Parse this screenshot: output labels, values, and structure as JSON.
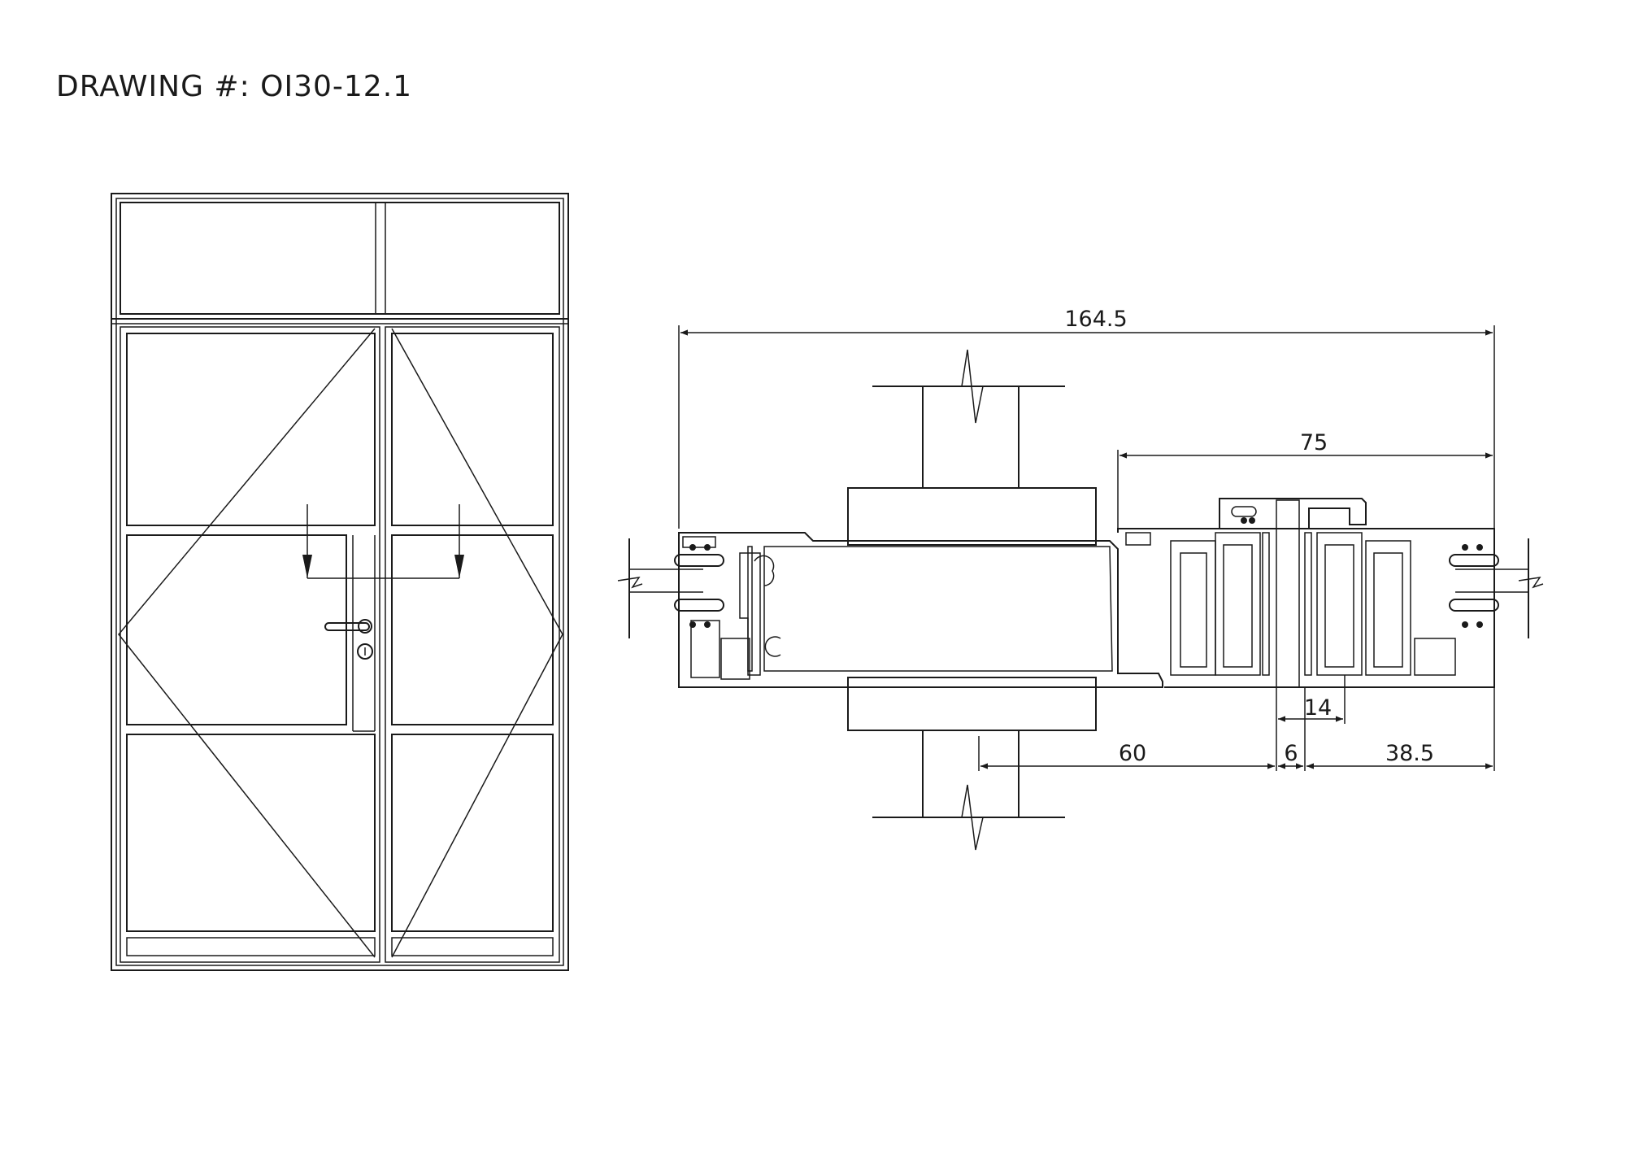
{
  "drawing_number": "DRAWING #: OI30-12.1",
  "dimensions": {
    "overall": "164.5",
    "upper_right": "75",
    "bottom_left": "60",
    "bottom_mid": "6",
    "bottom_right": "38.5",
    "gap": "14"
  },
  "colors": {
    "line": "#1a1a1a",
    "background": "#ffffff"
  }
}
